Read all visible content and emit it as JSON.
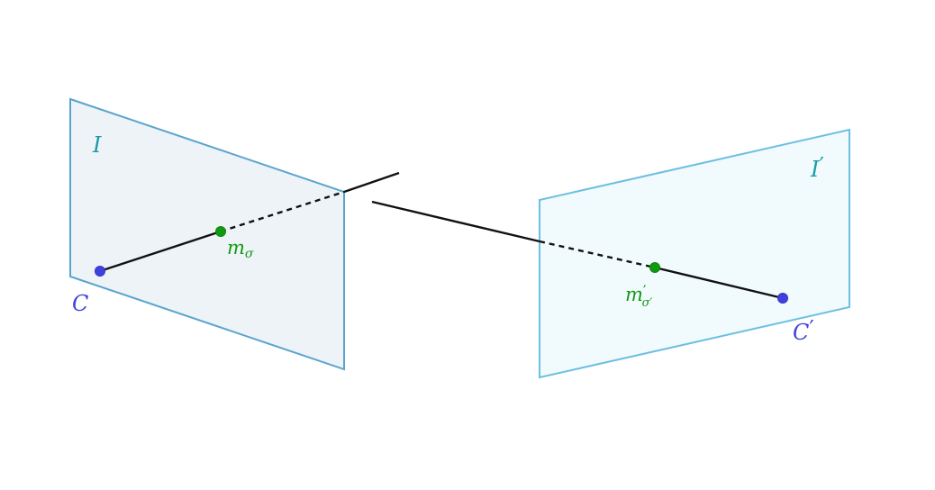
{
  "colors": {
    "camera_center": "#4040dd",
    "projection": "#119911",
    "image_plane_label": "#1a9aa8",
    "ray": "#111111",
    "plane_left_fill": "#edf3f7",
    "plane_right_fill": "#f1fbfd"
  },
  "labels": {
    "plane_left": "I",
    "plane_right": "I",
    "plane_right_prime": "′",
    "center_left": "C",
    "center_right": "C",
    "center_right_prime": "′",
    "projection_left": "m",
    "projection_left_sub": "σ",
    "projection_right": "m",
    "projection_right_prime": "′",
    "projection_right_sub": "σ′"
  }
}
